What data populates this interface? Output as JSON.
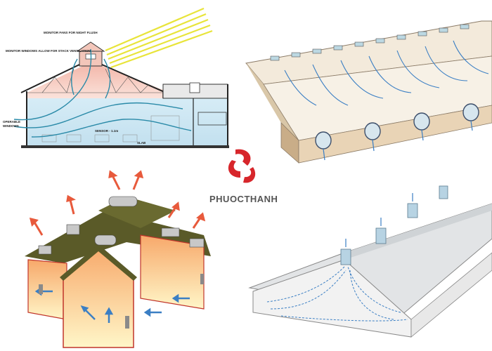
{
  "panels": {
    "section": {
      "label_monitor": "MONITOR FANS FOR NIGHT FLUSH",
      "label_windows": "MONITOR WINDOWS ALLOW FOR STACK VENTILATION",
      "label_operable_1": "OPERABLE",
      "label_operable_2": "WINDOWS",
      "label_sensor": "SENSOR - 1.1m",
      "label_slab": "SLAB"
    }
  },
  "logo": {
    "brand": "PHUOCTHANH",
    "colors": {
      "red": "#d7262b",
      "gray": "#666666"
    }
  },
  "colors": {
    "sun": "#e8e43a",
    "airflow": "#2a8aa8",
    "warm_arrow": "#e85a3c",
    "cool_arrow": "#3b7fc4",
    "roof_dark": "#5a5a28"
  }
}
